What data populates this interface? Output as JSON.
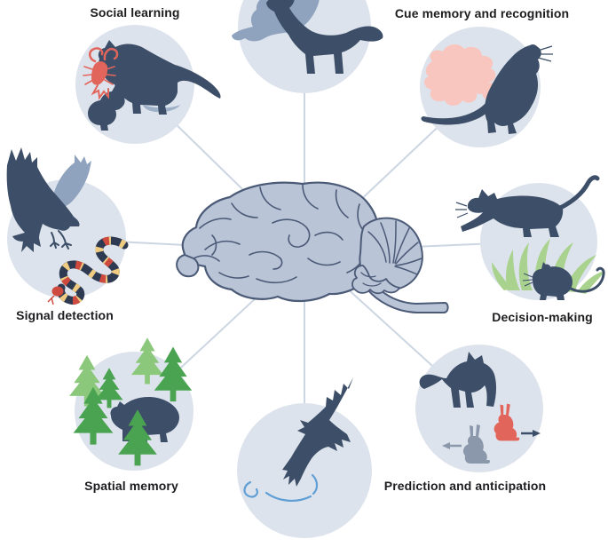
{
  "figure": {
    "description": "Brain-centred diagram linking cognitive functions to wild animal behaviours",
    "center": {
      "icon": "brain-icon"
    },
    "spoke_count": 8,
    "nodes": [
      {
        "id": "social-learning",
        "position": "top-left",
        "label": "Social learning",
        "icons": [
          "tasmanian-devil-icon",
          "devil-pup-icon",
          "crayfish-icon"
        ]
      },
      {
        "id": "howling-wolves",
        "position": "top-center",
        "label": "",
        "icons": [
          "wolf-pair-howling-icon"
        ]
      },
      {
        "id": "cue-memory",
        "position": "top-right",
        "label": "Cue memory and recognition",
        "icons": [
          "rat-rearing-icon",
          "odour-plume-icon"
        ]
      },
      {
        "id": "signal-detection",
        "position": "left",
        "label": "Signal detection",
        "icons": [
          "raven-icon",
          "coral-snake-icon"
        ]
      },
      {
        "id": "decision-making",
        "position": "right",
        "label": "Decision-making",
        "icons": [
          "stalking-cat-icon",
          "mouse-icon",
          "grass-icon"
        ]
      },
      {
        "id": "spatial-memory",
        "position": "bottom-left",
        "label": "Spatial memory",
        "icons": [
          "bear-icon",
          "pine-tree-icon"
        ]
      },
      {
        "id": "soaring-eagle",
        "position": "bottom-center",
        "label": "",
        "icons": [
          "eagle-soaring-icon",
          "air-current-icon"
        ]
      },
      {
        "id": "prediction",
        "position": "bottom-right",
        "label": "Prediction and anticipation",
        "icons": [
          "fox-icon",
          "gray-rabbit-icon",
          "red-rabbit-icon",
          "left-arrow-icon",
          "right-arrow-icon"
        ]
      }
    ],
    "colors": {
      "background": "#ffffff",
      "node_circle": "#dde3ec",
      "silhouette_dark": "#3d4f68",
      "silhouette_light": "#8fa3bf",
      "odour_plume": "#f8c6be",
      "accent_red": "#e2655c",
      "snake_black": "#2d3a52",
      "snake_red": "#cf4a3e",
      "snake_yellow": "#eecb80",
      "grass_green": "#a9d28e",
      "tree_light_green": "#8cc87c",
      "tree_dark_green": "#4aa351",
      "brain_fill": "#b9c4d6",
      "brain_outline": "#4b5a77",
      "spoke_line": "#ccd6e2",
      "label_text": "#1d1d20",
      "air_current_blue": "#5f9fd6",
      "rabbit_gray": "#8b97ab"
    }
  }
}
